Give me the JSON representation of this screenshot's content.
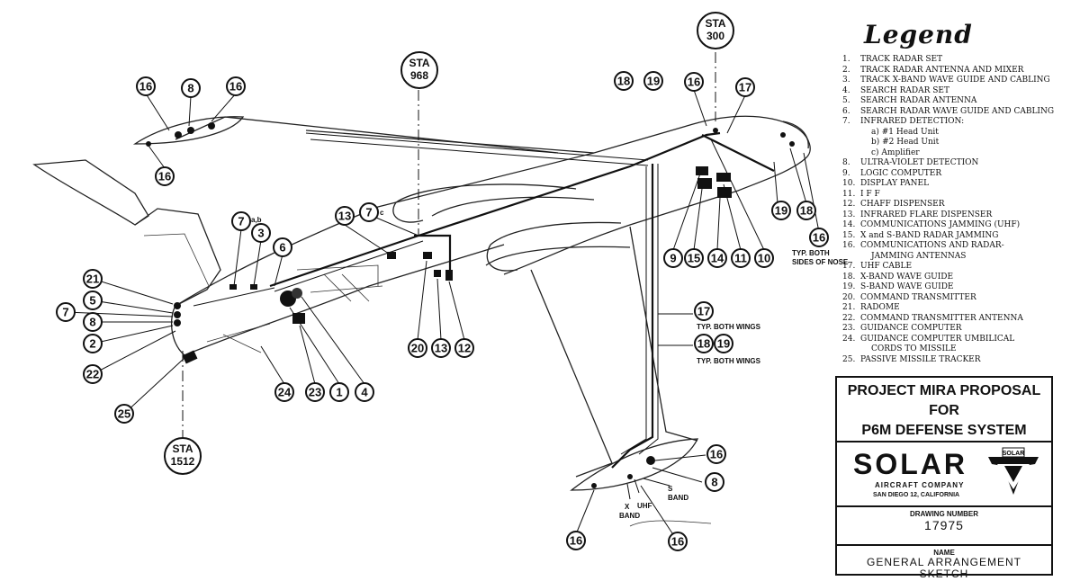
{
  "legend": {
    "title": "Legend",
    "items": [
      {
        "num": "1.",
        "text": "TRACK RADAR SET"
      },
      {
        "num": "2.",
        "text": "TRACK RADAR ANTENNA AND MIXER"
      },
      {
        "num": "3.",
        "text": "TRACK X-BAND WAVE GUIDE AND CABLING"
      },
      {
        "num": "4.",
        "text": "SEARCH RADAR SET"
      },
      {
        "num": "5.",
        "text": "SEARCH RADAR ANTENNA"
      },
      {
        "num": "6.",
        "text": "SEARCH RADAR WAVE GUIDE AND CABLING"
      },
      {
        "num": "7.",
        "text": "INFRARED DETECTION:"
      },
      {
        "num": "",
        "text": "a) #1 Head Unit",
        "sub": true
      },
      {
        "num": "",
        "text": "b) #2 Head Unit",
        "sub": true
      },
      {
        "num": "",
        "text": "c) Amplifier",
        "sub": true
      },
      {
        "num": "8.",
        "text": "ULTRA-VIOLET DETECTION"
      },
      {
        "num": "9.",
        "text": "LOGIC COMPUTER"
      },
      {
        "num": "10.",
        "text": "DISPLAY PANEL"
      },
      {
        "num": "11.",
        "text": "I F F"
      },
      {
        "num": "12.",
        "text": "CHAFF DISPENSER"
      },
      {
        "num": "13.",
        "text": "INFRARED FLARE DISPENSER"
      },
      {
        "num": "14.",
        "text": "COMMUNICATIONS JAMMING (UHF)"
      },
      {
        "num": "15.",
        "text": "X and S-BAND RADAR JAMMING"
      },
      {
        "num": "16.",
        "text": "COMMUNICATIONS AND RADAR-"
      },
      {
        "num": "",
        "text": "JAMMING ANTENNAS",
        "sub": true
      },
      {
        "num": "17.",
        "text": "UHF CABLE"
      },
      {
        "num": "18.",
        "text": "X-BAND WAVE GUIDE"
      },
      {
        "num": "19.",
        "text": "S-BAND WAVE GUIDE"
      },
      {
        "num": "20.",
        "text": "COMMAND TRANSMITTER"
      },
      {
        "num": "21.",
        "text": "RADOME"
      },
      {
        "num": "22.",
        "text": "COMMAND TRANSMITTER ANTENNA"
      },
      {
        "num": "23.",
        "text": "GUIDANCE COMPUTER"
      },
      {
        "num": "24.",
        "text": "GUIDANCE COMPUTER UMBILICAL"
      },
      {
        "num": "",
        "text": "CORDS TO MISSILE",
        "sub": true
      },
      {
        "num": "25.",
        "text": "PASSIVE MISSILE TRACKER"
      }
    ]
  },
  "title_block": {
    "line1": "PROJECT MIRA PROPOSAL",
    "line2": "FOR",
    "line3": "P6M DEFENSE SYSTEM",
    "company": "SOLAR",
    "logo_text": "SOLAR",
    "company_sub": "AIRCRAFT COMPANY",
    "address": "SAN DIEGO 12, CALIFORNIA",
    "drawing_number_label": "DRAWING NUMBER",
    "drawing_number": "17975",
    "name_label": "NAME",
    "name_line1": "GENERAL ARRANGEMENT",
    "name_line2": "SKETCH"
  },
  "stations": {
    "sta300": {
      "top": "STA",
      "bottom": "300"
    },
    "sta968": {
      "top": "STA",
      "bottom": "968"
    },
    "sta1512": {
      "top": "STA",
      "bottom": "1512"
    }
  },
  "callouts": {
    "c1": "1",
    "c2": "2",
    "c3": "3",
    "c4": "4",
    "c5": "5",
    "c6": "6",
    "c7a": "7",
    "c7b": "7",
    "c7c": "7",
    "c8a": "8",
    "c8b": "8",
    "c8c": "8",
    "c9": "9",
    "c10": "10",
    "c11": "11",
    "c12": "12",
    "c13a": "13",
    "c13b": "13",
    "c14": "14",
    "c15": "15",
    "c16a": "16",
    "c16b": "16",
    "c16c": "16",
    "c16d": "16",
    "c16e": "16",
    "c16f": "16",
    "c16g": "16",
    "c16h": "16",
    "c17a": "17",
    "c17b": "17",
    "c18a": "18",
    "c18b": "18",
    "c18c": "18",
    "c19a": "19",
    "c19b": "19",
    "c19c": "19",
    "c20": "20",
    "c21": "21",
    "c22": "22",
    "c23": "23",
    "c24": "24",
    "c25": "25"
  },
  "notes": {
    "ab": "a,b",
    "c": "c",
    "typ_both_1": "TYP. BOTH",
    "typ_both_2": "SIDES OF NOSE",
    "typ_wings_17": "TYP. BOTH WINGS",
    "typ_wings_18": "TYP. BOTH WINGS",
    "x_band_1": "X",
    "x_band_2": "BAND",
    "uhf": "UHF",
    "s_band_1": "S",
    "s_band_2": "BAND"
  }
}
